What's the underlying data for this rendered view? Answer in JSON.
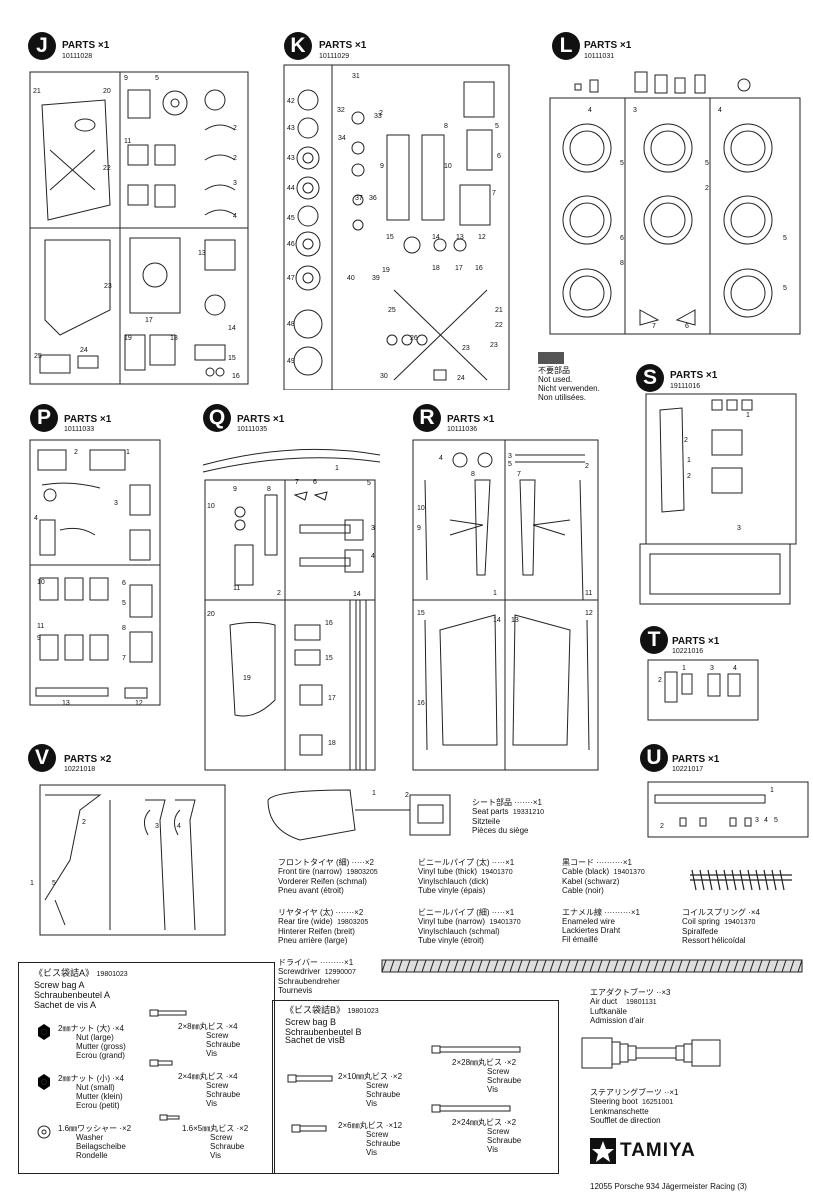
{
  "panels": {
    "J": {
      "letter": "J",
      "name": "PARTS ×1",
      "code": "10111028"
    },
    "K": {
      "letter": "K",
      "name": "PARTS ×1",
      "code": "10111029"
    },
    "L": {
      "letter": "L",
      "name": "PARTS ×1",
      "code": "10111031"
    },
    "P": {
      "letter": "P",
      "name": "PARTS ×1",
      "code": "10111033"
    },
    "Q": {
      "letter": "Q",
      "name": "PARTS ×1",
      "code": "10111035"
    },
    "R": {
      "letter": "R",
      "name": "PARTS ×1",
      "code": "10111036"
    },
    "S": {
      "letter": "S",
      "name": "PARTS ×1",
      "code": "19111016"
    },
    "T": {
      "letter": "T",
      "name": "PARTS ×1",
      "code": "10221016"
    },
    "U": {
      "letter": "U",
      "name": "PARTS ×1",
      "code": "10221017"
    },
    "V": {
      "letter": "V",
      "name": "PARTS ×2",
      "code": "10221018"
    }
  },
  "notused": {
    "jp": "不要部品",
    "en": "Not used.",
    "de": "Nicht verwenden.",
    "fr": "Non utilisées."
  },
  "seat": {
    "jp": "シート部品 ·······×1",
    "en": "Seat parts",
    "code": "19331210",
    "de": "Sitzteile",
    "fr": "Pièces du siège"
  },
  "front_tire": {
    "jp": "フロントタイヤ (細) ·····×2",
    "en": "Front tire (narrow)",
    "code": "19803205",
    "de": "Vorderer Reifen (schmal)",
    "fr": "Pneu avant (étroit)"
  },
  "rear_tire": {
    "jp": "リヤタイヤ (太) ·······×2",
    "en": "Rear tire (wide)",
    "code": "19803205",
    "de": "Hinterer Reifen (breit)",
    "fr": "Pneu arrière (large)"
  },
  "vinyl_thick": {
    "jp": "ビニールパイプ (太) ·····×1",
    "en": "Vinyl tube (thick)",
    "code": "19401370",
    "de": "Vinylschlauch (dick)",
    "fr": "Tube vinyle (épais)"
  },
  "vinyl_thin": {
    "jp": "ビニールパイプ (細) ·····×1",
    "en": "Vinyl tube (narrow)",
    "code": "19401370",
    "de": "Vinylschlauch (schmal)",
    "fr": "Tube vinyle (étroit)"
  },
  "cable": {
    "jp": "黒コード ··········×1",
    "en": "Cable (black)",
    "code": "19401370",
    "de": "Kabel (schwarz)",
    "fr": "Cable (noir)"
  },
  "enamel": {
    "jp": "エナメル線 ··········×1",
    "en": "Enameled wire",
    "de": "Lackiertes Draht",
    "fr": "Fil émaillé"
  },
  "coil": {
    "jp": "コイルスプリング ·×4",
    "en": "Coil spring",
    "code": "19401370",
    "de": "Spiralfede",
    "fr": "Ressort hélicoïdal"
  },
  "screwdriver": {
    "jp": "ドライバー ·········×1",
    "en": "Screwdriver",
    "code": "12990007",
    "de": "Schraubendreher",
    "fr": "Tournevis"
  },
  "bagA": {
    "jp": "《ビス袋詰A》",
    "code": "19801023",
    "en": "Screw bag A",
    "de": "Schraubenbeutel A",
    "fr": "Sachet de vis A"
  },
  "bagB": {
    "jp": "《ビス袋詰B》",
    "code": "19801023",
    "en": "Screw bag B",
    "de": "Schraubenbeutel B",
    "fr": "Sachet de visB"
  },
  "bagA_items": [
    {
      "jp": "2㎜ナット (大) ·×4",
      "en": "Nut (large)",
      "de": "Mutter (gross)",
      "fr": "Ecrou (grand)"
    },
    {
      "jp": "2×8㎜丸ビス ·×4",
      "en": "Screw",
      "de": "Schraube",
      "fr": "Vis"
    },
    {
      "jp": "2㎜ナット (小) ·×4",
      "en": "Nut (small)",
      "de": "Mutter (klein)",
      "fr": "Ecrou (petit)"
    },
    {
      "jp": "2×4㎜丸ビス ·×4",
      "en": "Screw",
      "de": "Schraube",
      "fr": "Vis"
    },
    {
      "jp": "1.6㎜ワッシャー ·×2",
      "en": "Washer",
      "de": "Beilagscheibe",
      "fr": "Rondelle"
    },
    {
      "jp": "1.6×5㎜丸ビス ·×2",
      "en": "Screw",
      "de": "Schraube",
      "fr": "Vis"
    }
  ],
  "bagB_items": [
    {
      "jp": "2×10㎜丸ビス ·×2",
      "en": "Screw",
      "de": "Schraube",
      "fr": "Vis"
    },
    {
      "jp": "2×28㎜丸ビス ·×2",
      "en": "Screw",
      "de": "Schraube",
      "fr": "Vis"
    },
    {
      "jp": "2×6㎜丸ビス ·×12",
      "en": "Screw",
      "de": "Schraube",
      "fr": "Vis"
    },
    {
      "jp": "2×24㎜丸ビス ·×2",
      "en": "Screw",
      "de": "Schraube",
      "fr": "Vis"
    }
  ],
  "airduct": {
    "jp": "エアダクトブーツ ··×3",
    "en": "Air duct",
    "code": "19801131",
    "de": "Luftkanäle",
    "fr": "Admission d'air"
  },
  "steering": {
    "jp": "ステアリングブーツ ··×1",
    "en": "Steering boot",
    "code": "16251001",
    "de": "Lenkmanschette",
    "fr": "Soufflet de direction"
  },
  "brand": "TAMIYA",
  "footer": "12055 Porsche 934 Jägermeister Racing (3)",
  "accent": "#111111",
  "notused_color": "#555555"
}
